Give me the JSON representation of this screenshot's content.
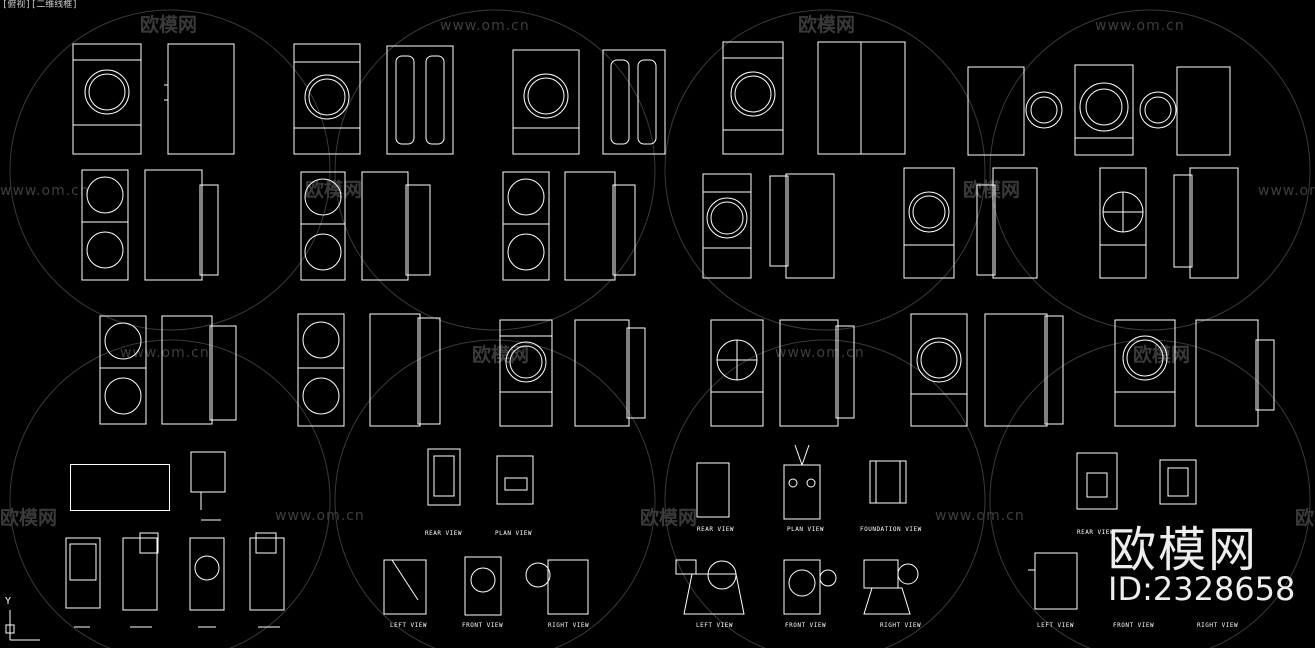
{
  "viewport": {
    "title": "[俯视][二维线框]"
  },
  "watermark": {
    "url": "www.om.cn",
    "brand": "欧模网"
  },
  "overlay": {
    "brand": "欧模网",
    "id": "ID:2328658"
  },
  "view_labels": {
    "rear": "REAR VIEW",
    "plan": "PLAN VIEW",
    "foundation": "FOUNDATION VIEW",
    "left": "LEFT VIEW",
    "front": "FRONT VIEW",
    "right": "RIGHT VIEW"
  },
  "axis": {
    "y": "Y"
  }
}
